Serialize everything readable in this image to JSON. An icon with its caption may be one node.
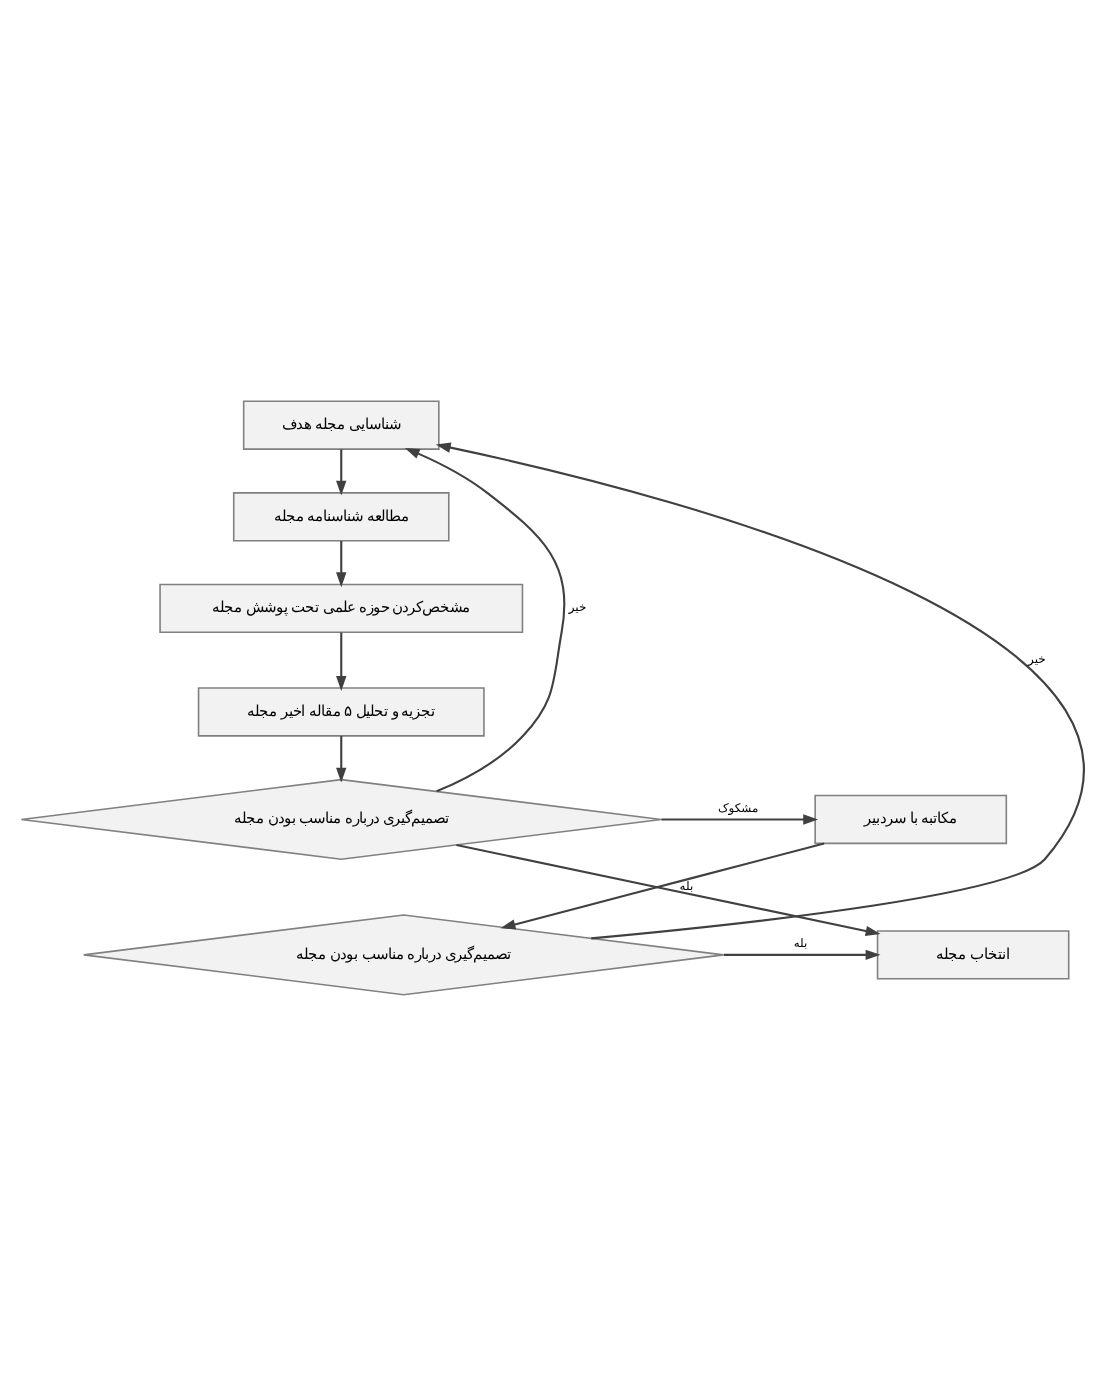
{
  "diagram": {
    "nodes": [
      {
        "text": [
          "شناسایی مجله هدف"
        ]
      },
      {
        "text": [
          "مطالعه شناسنامه مجله"
        ]
      },
      {
        "text": [
          "مشخص‌کردن حوزه علمی تحت پوشش مجله"
        ]
      },
      {
        "text": [
          "تجزیه و تحلیل ۵ مقاله اخیر مجله"
        ]
      },
      {
        "text": [
          "تصمیم‌گیری درباره مناسب بودن مجله"
        ]
      },
      {
        "text": [
          "مکاتبه با سردبیر"
        ]
      },
      {
        "text": [
          "انتخاب مجله"
        ]
      },
      {
        "text": [
          "تصمیم‌گیری درباره مناسب بودن مجله"
        ]
      }
    ],
    "edges": [
      {
        "from": 0,
        "to": 1,
        "arrow": "to"
      },
      {
        "from": 1,
        "to": 2,
        "arrow": "to"
      },
      {
        "from": 2,
        "to": 3,
        "arrow": "to"
      },
      {
        "from": 3,
        "to": 4,
        "arrow": "to"
      },
      {
        "from": 4,
        "to": 0,
        "arrow": "to",
        "label": "خیر"
      },
      {
        "from": 4,
        "to": 5,
        "arrow": "to",
        "label": "مشکوک"
      },
      {
        "from": 4,
        "to": 6,
        "arrow": "to",
        "label": "بله"
      },
      {
        "from": 5,
        "to": 7,
        "arrow": "to"
      },
      {
        "from": 7,
        "to": 6,
        "arrow": "to",
        "label": "بله"
      },
      {
        "from": 7,
        "to": 0,
        "arrow": "to",
        "label": "خیر"
      }
    ]
  }
}
